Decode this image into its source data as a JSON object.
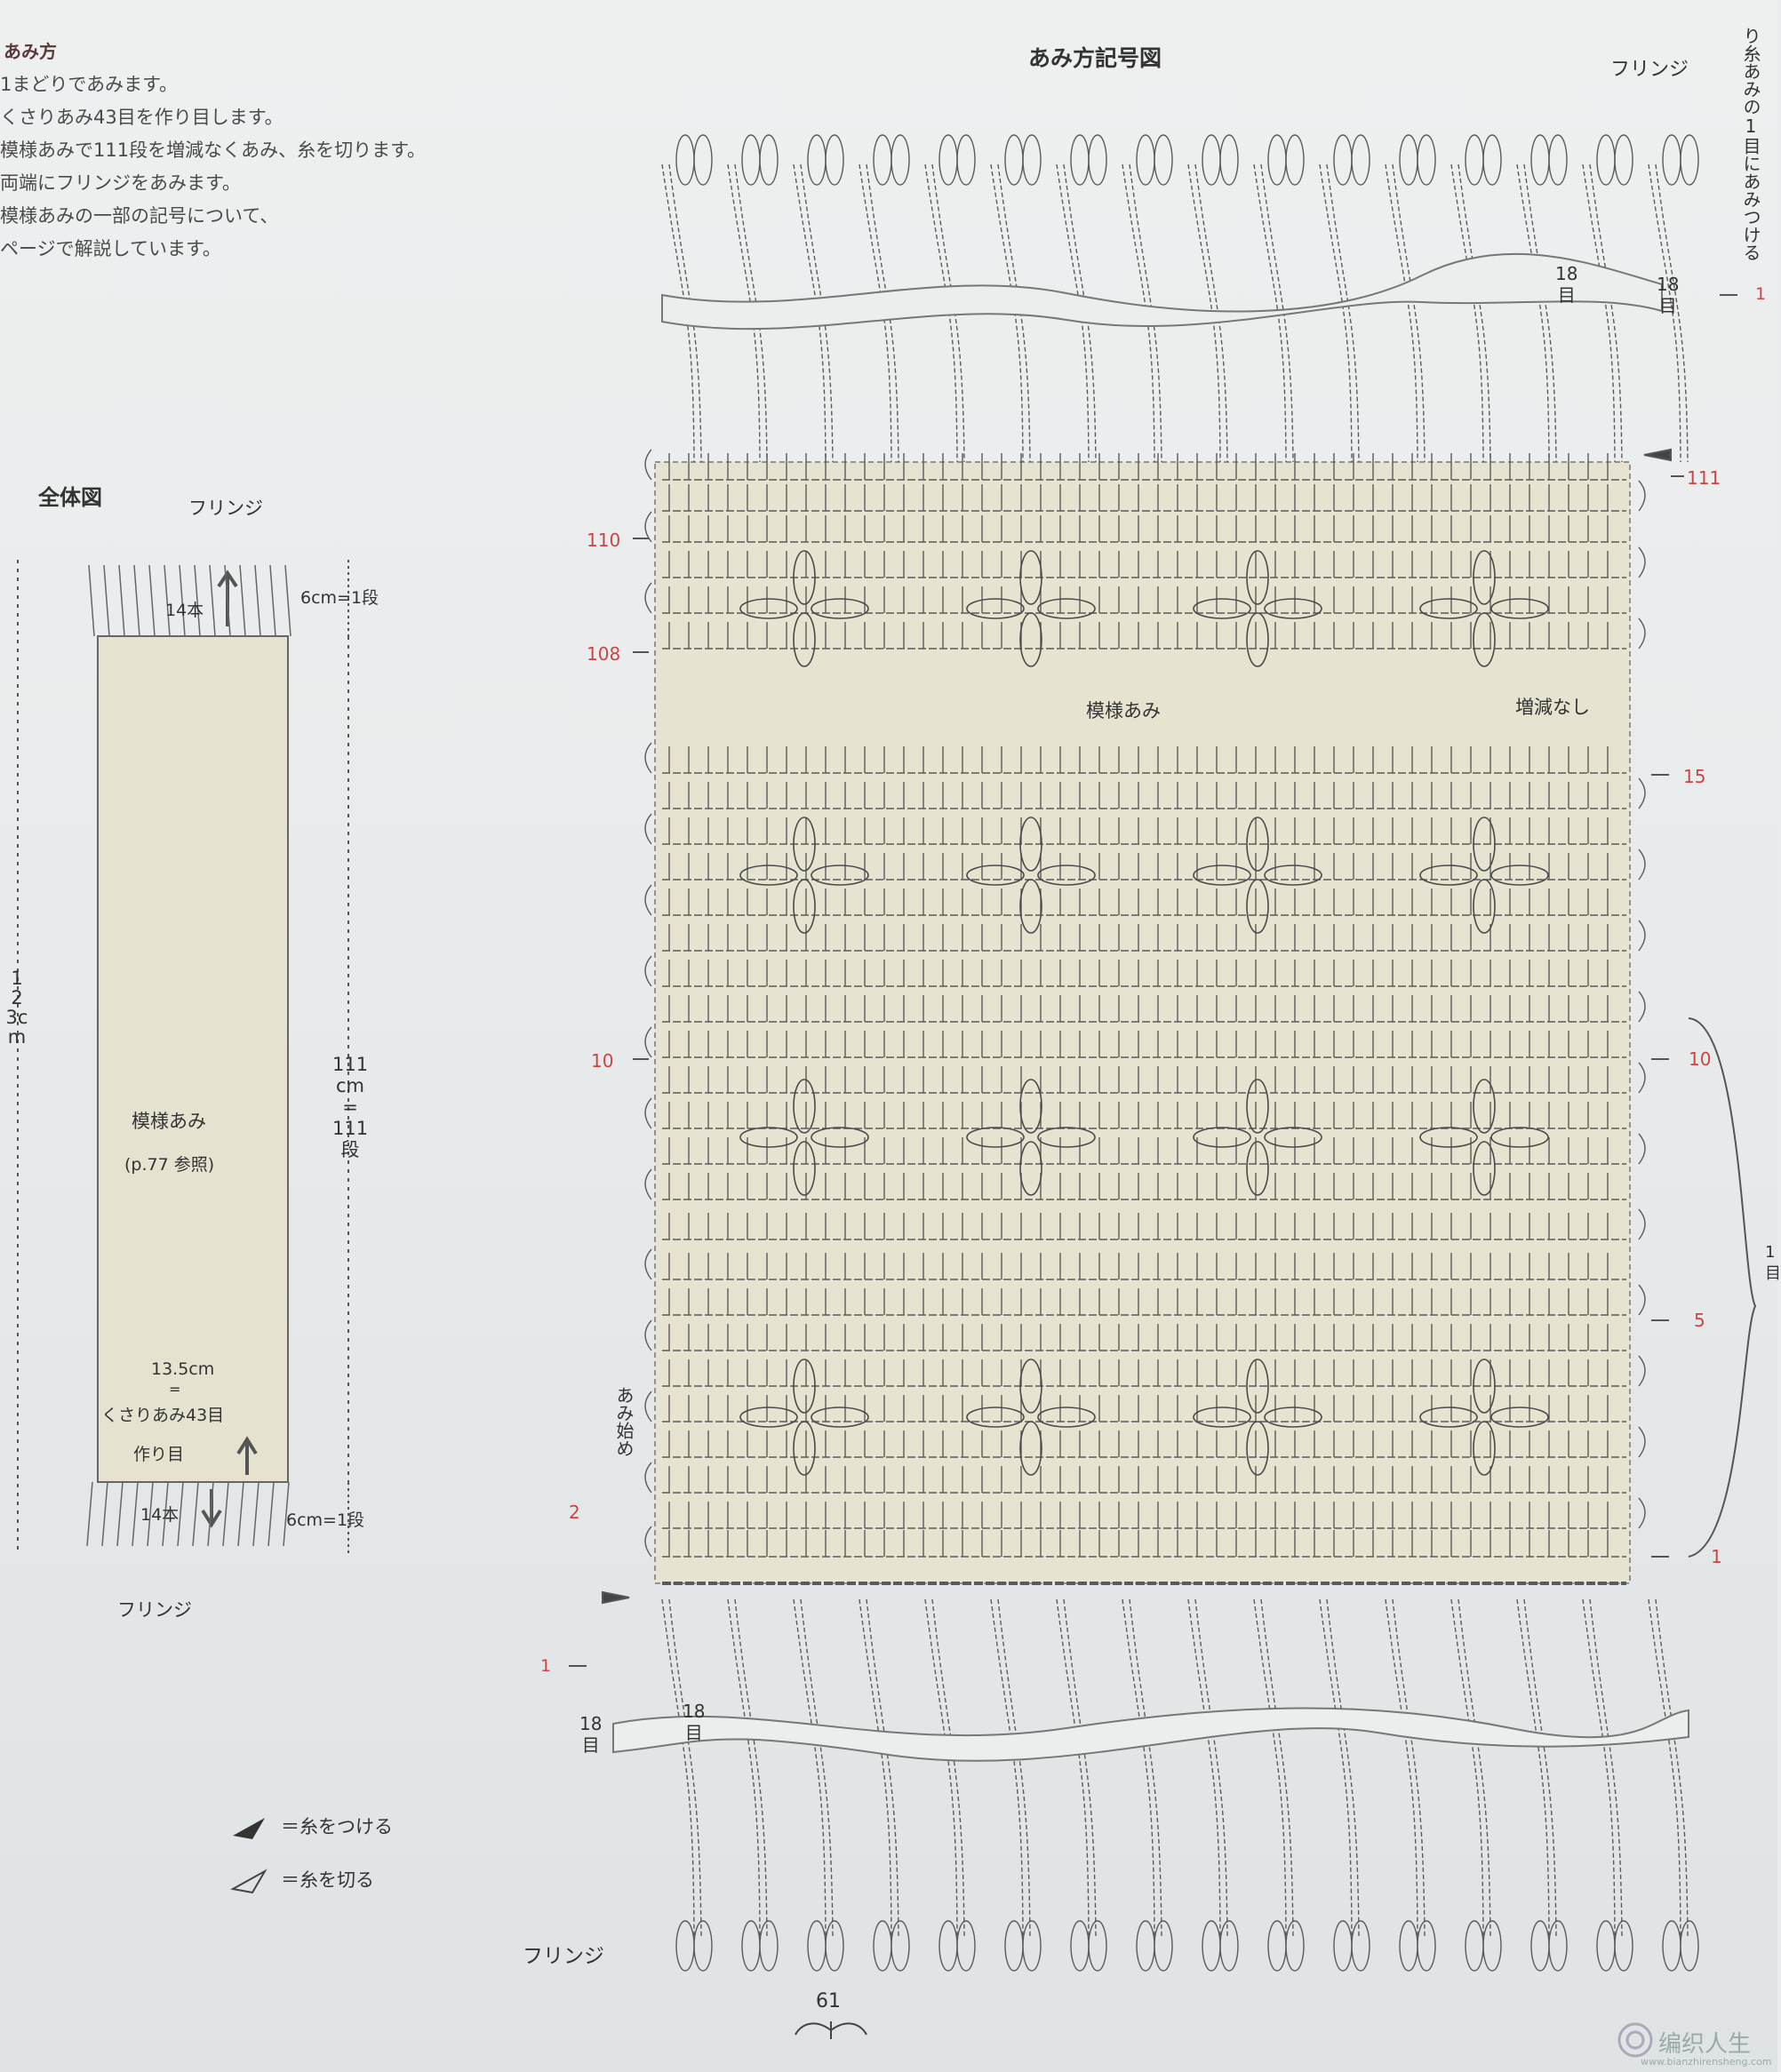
{
  "instructions": {
    "title": "あみ方",
    "lines": [
      "1まどりであみます。",
      "くさりあみ43目を作り目します。",
      "模様あみで111段を増減なくあみ、糸を切ります。",
      "両端にフリンジをあみます。",
      "模様あみの一部の記号について、",
      "ページで解説しています。"
    ]
  },
  "overview": {
    "title": "全体図",
    "fringe_top": "フリンジ",
    "strands_top": "14本",
    "fringe_len_top": "6cm=1段",
    "total_length": "123cm",
    "body_length": [
      "111",
      "cm",
      "=",
      "111",
      "段"
    ],
    "pattern": "模様あみ",
    "pattern_ref": "(p.77 参照)",
    "width_line1": "13.5cm",
    "width_line2": "=",
    "width_line3": "くさりあみ43目",
    "foundation": "作り目",
    "strands_bottom": "14本",
    "fringe_len_bottom": "6cm=1段",
    "fringe_bottom": "フリンジ"
  },
  "chart": {
    "title": "あみ方記号図",
    "fringe_top": "フリンジ",
    "side_note": "り糸あみの1目にあみつける",
    "stitch_count_a": [
      "18",
      "目"
    ],
    "stitch_count_b": [
      "18",
      "目"
    ],
    "fringe_row_right": "1",
    "row_111": "111",
    "row_110": "110",
    "row_108": "108",
    "pattern_label": "模様あみ",
    "no_change": "増減なし",
    "row_15": "15",
    "row_10_right": "10",
    "row_10_left": "10",
    "row_5": "5",
    "start_label": "あみ始め",
    "row_2": "2",
    "row_1": "1",
    "repeat_mark": "1 目",
    "fringe_row_left": "1",
    "stitch_count_c": [
      "18",
      "目"
    ],
    "stitch_count_d": [
      "18",
      "目"
    ],
    "fringe_bottom": "フリンジ"
  },
  "legend": {
    "attach": "＝糸をつける",
    "cut": "＝糸を切る"
  },
  "page_number": "61",
  "watermark": {
    "brand": "编织人生",
    "url": "www.bianzhirensheng.com"
  },
  "colors": {
    "paper": "#eceeee",
    "chart_fill": "#e6e4d0",
    "panel_fill": "#e5e3d0",
    "ink": "#4a4a4a",
    "red_label": "#c44444"
  }
}
